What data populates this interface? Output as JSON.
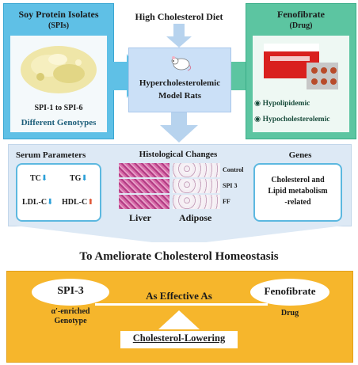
{
  "top_center": {
    "title": "High Cholesterol Diet",
    "model_line1": "Hypercholesterolemic",
    "model_line2": "Model Rats"
  },
  "soy": {
    "title": "Soy Protein Isolates",
    "subtitle": "(SPIs)",
    "caption": "SPI-1 to SPI-6",
    "footer": "Different Genotypes"
  },
  "feno": {
    "title": "Fenofibrate",
    "subtitle": "(Drug)",
    "bullets": [
      "Hypolipidemic",
      "Hypocholesterolemic"
    ]
  },
  "serum": {
    "title": "Serum Parameters",
    "items": [
      {
        "label": "TC",
        "dir": "down"
      },
      {
        "label": "TG",
        "dir": "down"
      },
      {
        "label": "LDL-C",
        "dir": "down"
      },
      {
        "label": "HDL-C",
        "dir": "up"
      }
    ]
  },
  "histo": {
    "title": "Histological Changes",
    "rows": [
      "Control",
      "SPI 3",
      "FF"
    ],
    "liver": "Liver",
    "adipose": "Adipose"
  },
  "genes": {
    "title": "Genes",
    "line1": "Cholesterol and",
    "line2": "Lipid metabolism",
    "line3": "-related"
  },
  "conclusion": "To Ameliorate Cholesterol Homeostasis",
  "bottom": {
    "left": "SPI-3",
    "left_sub1": "α′-enriched",
    "left_sub2": "Genotype",
    "mid": "As Effective As",
    "right": "Fenofibrate",
    "right_sub": "Drug",
    "footer": "Cholesterol-Lowering"
  },
  "colors": {
    "blue": "#5fc0e6",
    "green": "#5cc5a1",
    "orange": "#f6b62c",
    "arrow": "#b7d3ee",
    "down": "#2a9fd8",
    "up": "#e05a3a"
  }
}
